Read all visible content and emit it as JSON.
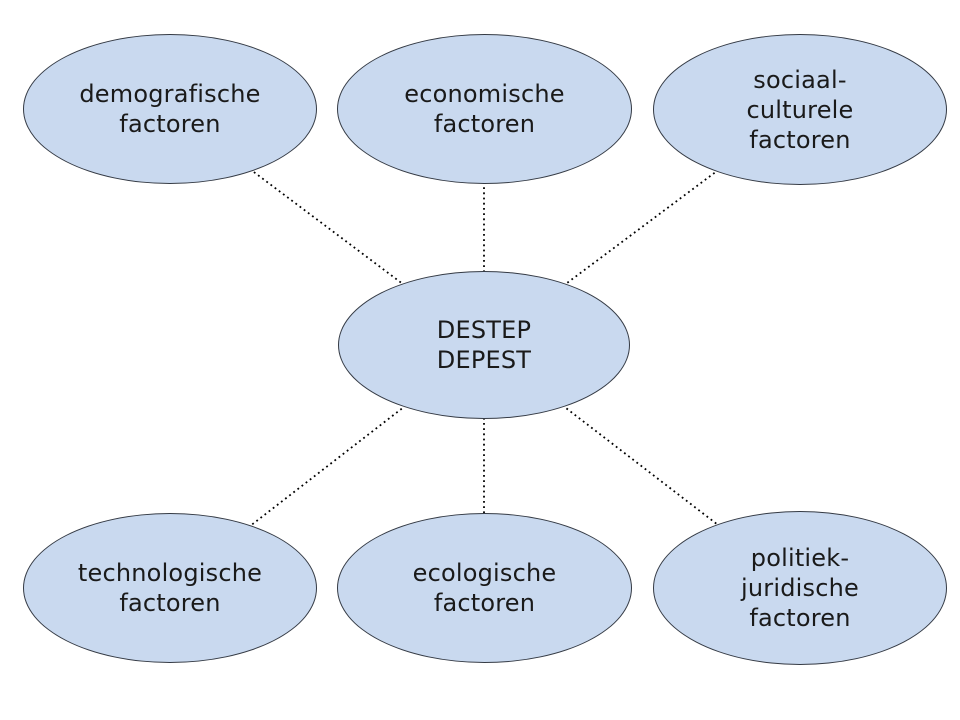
{
  "diagram": {
    "center": {
      "label": "DESTEP\nDEPEST"
    },
    "nodes": [
      {
        "id": "demografische",
        "position": "top-left",
        "label": "demografische\nfactoren"
      },
      {
        "id": "economische",
        "position": "top-center",
        "label": "economische\nfactoren"
      },
      {
        "id": "sociaal-culturele",
        "position": "top-right",
        "label": "sociaal-\nculturele\nfactoren"
      },
      {
        "id": "technologische",
        "position": "bottom-left",
        "label": "technologische\nfactoren"
      },
      {
        "id": "ecologische",
        "position": "bottom-center",
        "label": "ecologische\nfactoren"
      },
      {
        "id": "politiek-juridische",
        "position": "bottom-right",
        "label": "politiek-\njuridische\nfactoren"
      }
    ],
    "colors": {
      "node_fill": "#c9d9ef",
      "node_border": "#343a44",
      "node_text": "#1a1a1a",
      "connector": "#000000",
      "background": "#ffffff"
    }
  }
}
